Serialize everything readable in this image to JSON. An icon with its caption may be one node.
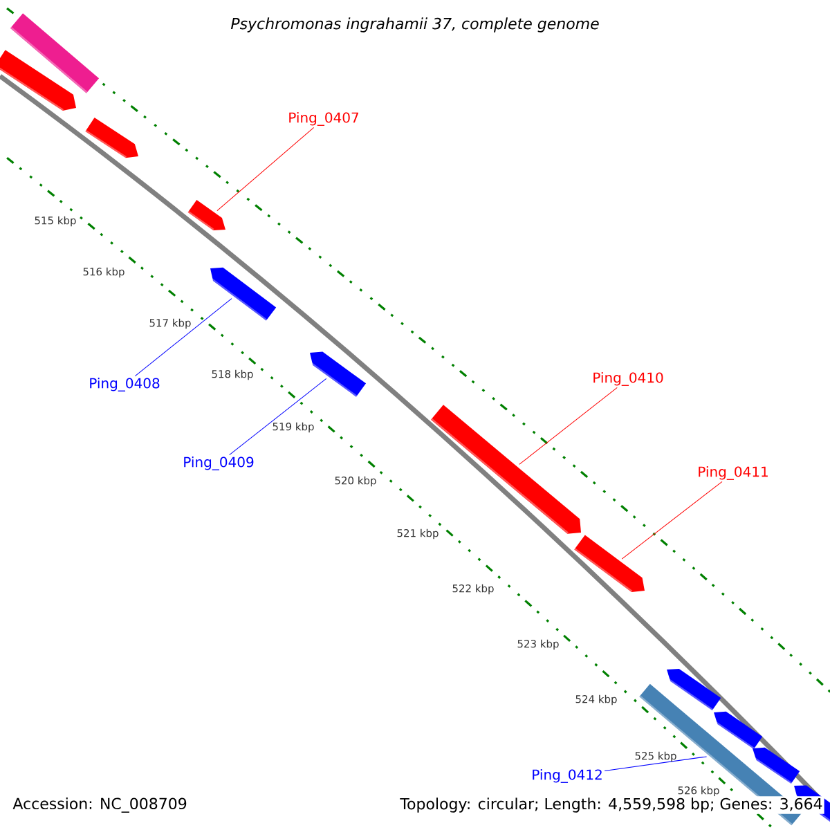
{
  "diagram": {
    "title": "Psychromonas ingrahamii 37, complete genome",
    "nodes": [
      {
        "text": [],
        "shape": "bar"
      },
      {
        "text": [],
        "shape": "arrow"
      },
      {
        "text": [],
        "shape": "arrow"
      },
      {
        "text": [],
        "shape": "arrow"
      },
      {
        "text": [],
        "shape": "arrow"
      },
      {
        "text": [],
        "shape": "arrow"
      },
      {
        "text": [],
        "shape": "arrow"
      },
      {
        "text": [],
        "shape": "arrow"
      },
      {
        "text": [],
        "shape": "arrow"
      },
      {
        "text": [],
        "shape": "arrow"
      },
      {
        "text": [],
        "shape": "arrow"
      },
      {
        "text": [],
        "shape": "arrow"
      },
      {
        "text": [],
        "shape": "bar"
      },
      {
        "text": [
          "Ping_0407"
        ]
      },
      {
        "text": [
          "Ping_0408"
        ]
      },
      {
        "text": [
          "Ping_0409"
        ]
      },
      {
        "text": [
          "Ping_0410"
        ]
      },
      {
        "text": [
          "Ping_0411"
        ]
      },
      {
        "text": [
          "Ping_0412"
        ]
      }
    ],
    "edges": [
      {
        "from": 13,
        "to": 3,
        "arrow": "none",
        "color": "#ff0000"
      },
      {
        "from": 14,
        "to": 4,
        "arrow": "none",
        "color": "#0000ff"
      },
      {
        "from": 15,
        "to": 5,
        "arrow": "none",
        "color": "#0000ff"
      },
      {
        "from": 16,
        "to": 6,
        "arrow": "none",
        "color": "#ff0000"
      },
      {
        "from": 17,
        "to": 7,
        "arrow": "none",
        "color": "#ff0000"
      },
      {
        "from": 18,
        "to": 12,
        "arrow": "none",
        "color": "#0000ff"
      }
    ],
    "labels": [
      "515 kbp",
      "516 kbp",
      "517 kbp",
      "518 kbp",
      "519 kbp",
      "520 kbp",
      "521 kbp",
      "522 kbp",
      "523 kbp",
      "524 kbp",
      "525 kbp",
      "526 kbp",
      "Accession: NC_008709",
      "Topology: circular; Length: 4,559,598 bp; Genes: 3,664"
    ]
  }
}
